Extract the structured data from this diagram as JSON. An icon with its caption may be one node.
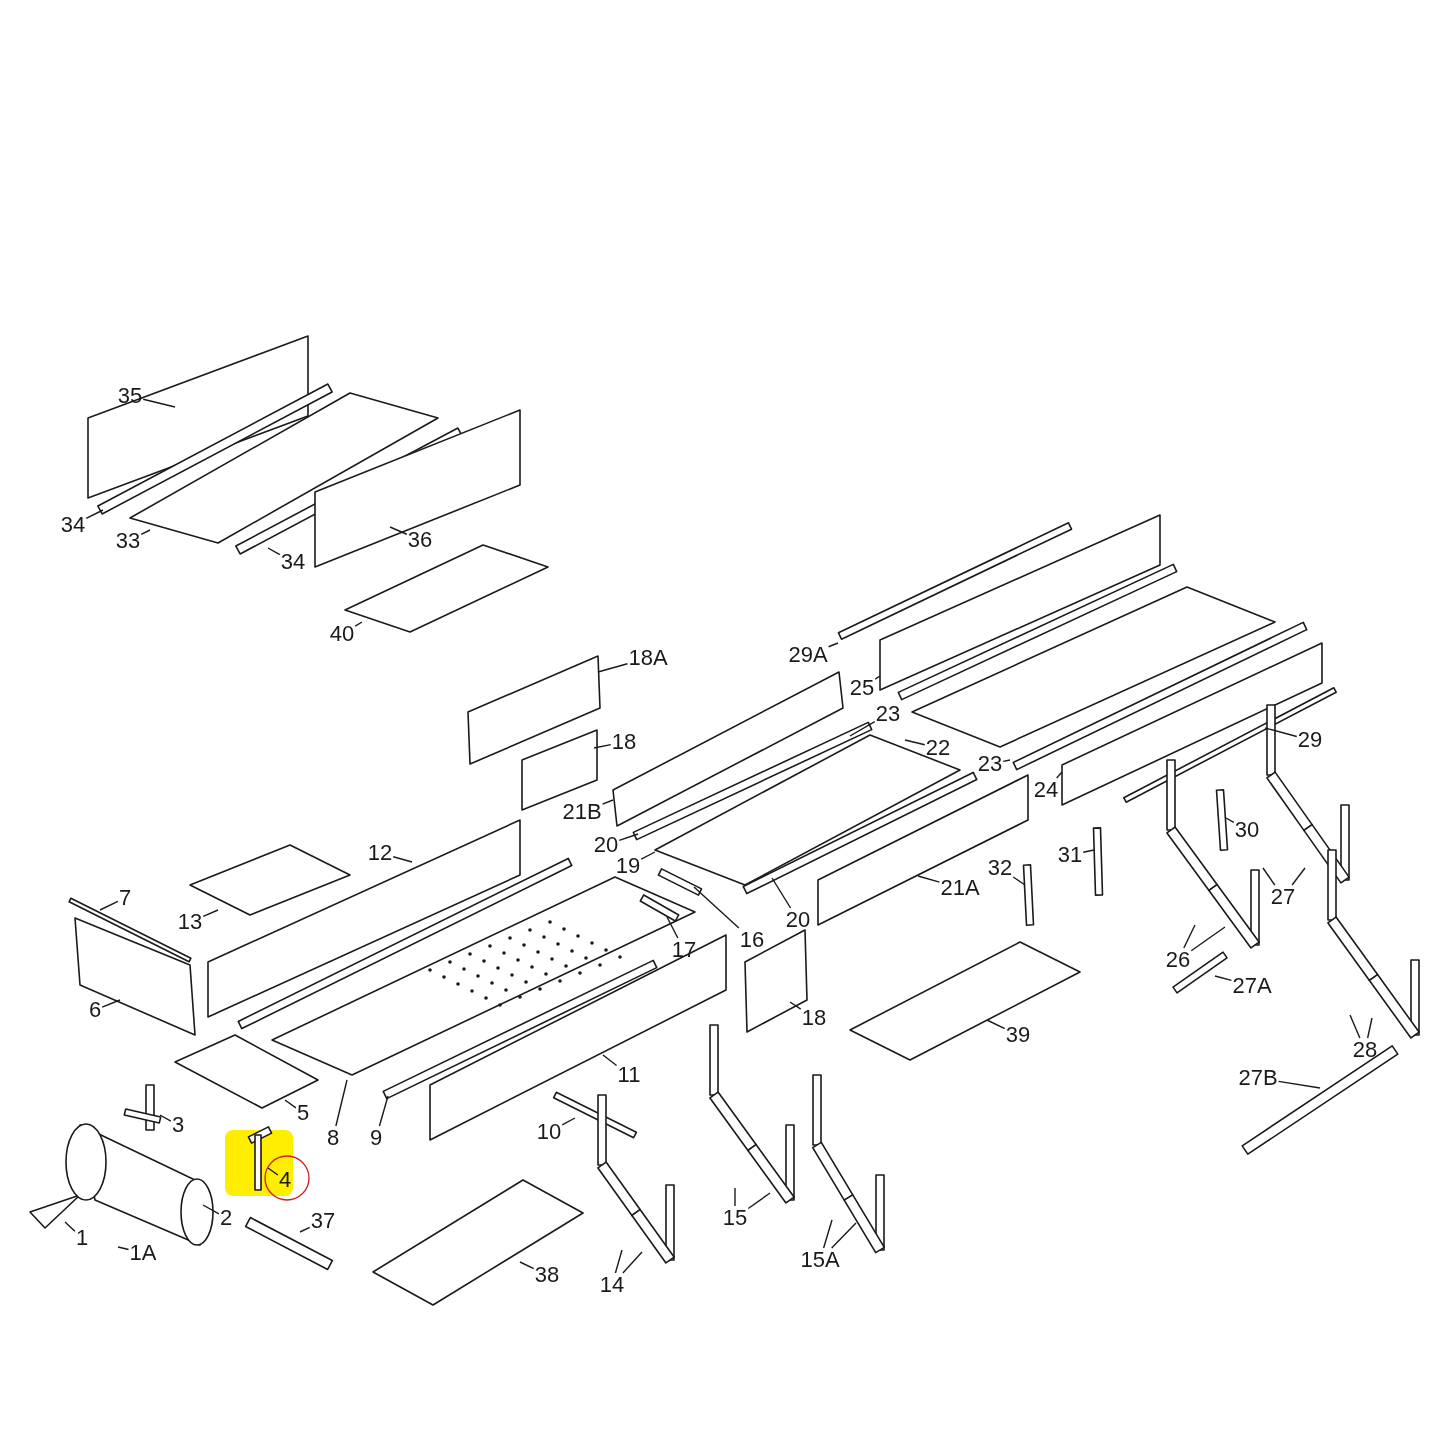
{
  "diagram": {
    "nodes": [
      {
        "text": [
          "35"
        ]
      },
      {
        "text": [
          "34"
        ]
      },
      {
        "text": [
          "33"
        ]
      },
      {
        "text": [
          "36"
        ]
      },
      {
        "text": [
          "34"
        ]
      },
      {
        "text": [
          "40"
        ]
      },
      {
        "text": [
          "29A"
        ]
      },
      {
        "text": [
          "18A"
        ]
      },
      {
        "text": [
          "25"
        ]
      },
      {
        "text": [
          "23"
        ]
      },
      {
        "text": [
          "18"
        ]
      },
      {
        "text": [
          "22"
        ]
      },
      {
        "text": [
          "29"
        ]
      },
      {
        "text": [
          "23"
        ]
      },
      {
        "text": [
          "24"
        ]
      },
      {
        "text": [
          "21B"
        ]
      },
      {
        "text": [
          "30"
        ]
      },
      {
        "text": [
          "20"
        ]
      },
      {
        "text": [
          "12"
        ]
      },
      {
        "text": [
          "31"
        ]
      },
      {
        "text": [
          "19"
        ]
      },
      {
        "text": [
          "32"
        ]
      },
      {
        "text": [
          "21A"
        ]
      },
      {
        "text": [
          "27"
        ]
      },
      {
        "text": [
          "7"
        ]
      },
      {
        "text": [
          "20"
        ]
      },
      {
        "text": [
          "17"
        ]
      },
      {
        "text": [
          "16"
        ]
      },
      {
        "text": [
          "13"
        ]
      },
      {
        "text": [
          "26"
        ]
      },
      {
        "text": [
          "27A"
        ]
      },
      {
        "text": [
          "6"
        ]
      },
      {
        "text": [
          "18"
        ]
      },
      {
        "text": [
          "39"
        ]
      },
      {
        "text": [
          "28"
        ]
      },
      {
        "text": [
          "11"
        ]
      },
      {
        "text": [
          "27B"
        ]
      },
      {
        "text": [
          "5"
        ]
      },
      {
        "text": [
          "3"
        ]
      },
      {
        "text": [
          "10"
        ]
      },
      {
        "text": [
          "8"
        ]
      },
      {
        "text": [
          "9"
        ]
      },
      {
        "text": [
          "4"
        ]
      },
      {
        "text": [
          "2"
        ]
      },
      {
        "text": [
          "37"
        ]
      },
      {
        "text": [
          "15"
        ]
      },
      {
        "text": [
          "1"
        ]
      },
      {
        "text": [
          "1A"
        ]
      },
      {
        "text": [
          "15A"
        ]
      },
      {
        "text": [
          "38"
        ]
      },
      {
        "text": [
          "14"
        ]
      }
    ],
    "edges": [
      {
        "from": 0,
        "to": null,
        "arrow": "none"
      },
      {
        "from": 1,
        "to": null,
        "arrow": "none"
      },
      {
        "from": 2,
        "to": null,
        "arrow": "none"
      },
      {
        "from": 3,
        "to": null,
        "arrow": "none"
      },
      {
        "from": 4,
        "to": null,
        "arrow": "none"
      },
      {
        "from": 5,
        "to": null,
        "arrow": "none"
      },
      {
        "from": 6,
        "to": null,
        "arrow": "none"
      },
      {
        "from": 7,
        "to": null,
        "arrow": "none"
      },
      {
        "from": 8,
        "to": null,
        "arrow": "none"
      },
      {
        "from": 9,
        "to": null,
        "arrow": "none"
      },
      {
        "from": 10,
        "to": null,
        "arrow": "none"
      },
      {
        "from": 11,
        "to": null,
        "arrow": "none"
      },
      {
        "from": 12,
        "to": null,
        "arrow": "none"
      },
      {
        "from": 13,
        "to": null,
        "arrow": "none"
      },
      {
        "from": 14,
        "to": null,
        "arrow": "none"
      },
      {
        "from": 15,
        "to": null,
        "arrow": "none"
      },
      {
        "from": 16,
        "to": null,
        "arrow": "none"
      },
      {
        "from": 17,
        "to": null,
        "arrow": "none"
      },
      {
        "from": 18,
        "to": null,
        "arrow": "none"
      },
      {
        "from": 19,
        "to": null,
        "arrow": "none"
      },
      {
        "from": 20,
        "to": null,
        "arrow": "none"
      },
      {
        "from": 21,
        "to": null,
        "arrow": "none"
      },
      {
        "from": 22,
        "to": null,
        "arrow": "none"
      },
      {
        "from": 23,
        "to": null,
        "arrow": "none"
      },
      {
        "from": 23,
        "to": null,
        "arrow": "none"
      },
      {
        "from": 24,
        "to": null,
        "arrow": "none"
      },
      {
        "from": 25,
        "to": null,
        "arrow": "none"
      },
      {
        "from": 26,
        "to": null,
        "arrow": "none"
      },
      {
        "from": 27,
        "to": null,
        "arrow": "none"
      },
      {
        "from": 28,
        "to": null,
        "arrow": "none"
      },
      {
        "from": 29,
        "to": null,
        "arrow": "none"
      },
      {
        "from": 29,
        "to": null,
        "arrow": "none"
      },
      {
        "from": 30,
        "to": null,
        "arrow": "none"
      },
      {
        "from": 31,
        "to": null,
        "arrow": "none"
      },
      {
        "from": 32,
        "to": null,
        "arrow": "none"
      },
      {
        "from": 33,
        "to": null,
        "arrow": "none"
      },
      {
        "from": 34,
        "to": null,
        "arrow": "none"
      },
      {
        "from": 34,
        "to": null,
        "arrow": "none"
      },
      {
        "from": 35,
        "to": null,
        "arrow": "none"
      },
      {
        "from": 36,
        "to": null,
        "arrow": "none"
      },
      {
        "from": 37,
        "to": null,
        "arrow": "none"
      },
      {
        "from": 38,
        "to": null,
        "arrow": "none"
      },
      {
        "from": 39,
        "to": null,
        "arrow": "none"
      },
      {
        "from": 40,
        "to": null,
        "arrow": "none"
      },
      {
        "from": 41,
        "to": null,
        "arrow": "none"
      },
      {
        "from": 42,
        "to": null,
        "arrow": "none"
      },
      {
        "from": 43,
        "to": null,
        "arrow": "none"
      },
      {
        "from": 44,
        "to": null,
        "arrow": "none"
      },
      {
        "from": 45,
        "to": null,
        "arrow": "none"
      },
      {
        "from": 45,
        "to": null,
        "arrow": "none"
      },
      {
        "from": 46,
        "to": null,
        "arrow": "none"
      },
      {
        "from": 47,
        "to": null,
        "arrow": "none"
      },
      {
        "from": 48,
        "to": null,
        "arrow": "none"
      },
      {
        "from": 48,
        "to": null,
        "arrow": "none"
      },
      {
        "from": 49,
        "to": null,
        "arrow": "none"
      },
      {
        "from": 50,
        "to": null,
        "arrow": "none"
      },
      {
        "from": 50,
        "to": null,
        "arrow": "none"
      }
    ]
  }
}
